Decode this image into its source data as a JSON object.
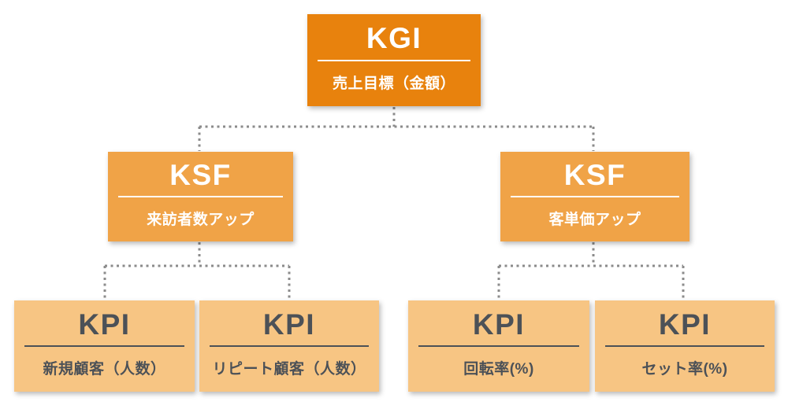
{
  "diagram": {
    "type": "kpi-tree",
    "colors": {
      "kgi_bg": "#E8820D",
      "ksf_bg": "#F0A347",
      "kpi_bg": "#F7C583",
      "light_text": "#FFFFFF",
      "dark_text": "#4C5157",
      "connector": "#8B8B8B"
    },
    "nodes": {
      "kgi": {
        "label": "KGI",
        "sublabel": "売上目標（金額）"
      },
      "ksf_left": {
        "label": "KSF",
        "sublabel": "来訪者数アップ"
      },
      "ksf_right": {
        "label": "KSF",
        "sublabel": "客単価アップ"
      },
      "kpi_1": {
        "label": "KPI",
        "sublabel": "新規顧客（人数）"
      },
      "kpi_2": {
        "label": "KPI",
        "sublabel": "リピート顧客（人数）"
      },
      "kpi_3": {
        "label": "KPI",
        "sublabel": "回転率(%)"
      },
      "kpi_4": {
        "label": "KPI",
        "sublabel": "セット率(%)"
      }
    },
    "hierarchy": {
      "kgi": [
        "ksf_left",
        "ksf_right"
      ],
      "ksf_left": [
        "kpi_1",
        "kpi_2"
      ],
      "ksf_right": [
        "kpi_3",
        "kpi_4"
      ]
    }
  }
}
